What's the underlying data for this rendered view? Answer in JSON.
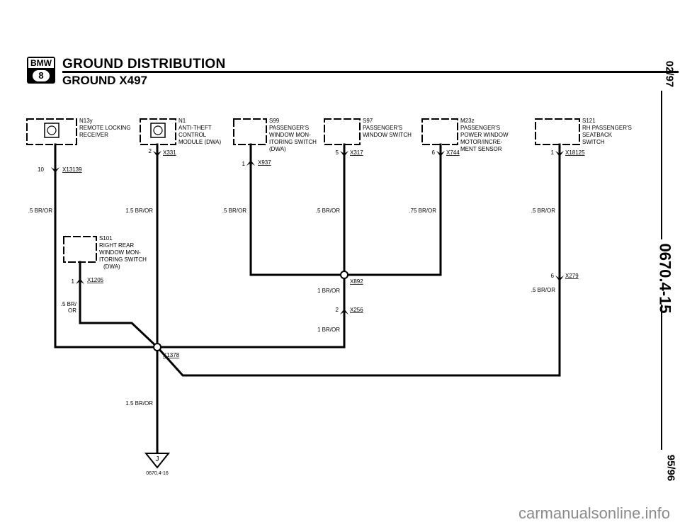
{
  "header": {
    "logo_top": "BMW",
    "logo_bottom": "8",
    "title": "GROUND DISTRIBUTION",
    "subtitle": "GROUND X497"
  },
  "side_labels": {
    "date_top": "02/97",
    "page_code": "0670.4-15",
    "date_bottom": "95/96"
  },
  "components": [
    {
      "id": "N13y",
      "lines": [
        "REMOTE LOCKING",
        "RECEIVER"
      ],
      "pin": "10",
      "connector": "X13139",
      "wire": ".5 BR/OR"
    },
    {
      "id": "N1",
      "lines": [
        "ANTI-THEFT",
        "CONTROL",
        "MODULE (DWA)"
      ],
      "pin": "2",
      "connector": "X331",
      "wire": "1.5 BR/OR"
    },
    {
      "id": "S99",
      "lines": [
        "PASSENGER'S",
        "WINDOW MON-",
        "ITORING SWITCH",
        "(DWA)"
      ],
      "pin": "1",
      "connector": "X937",
      "wire": ".5 BR/OR"
    },
    {
      "id": "S97",
      "lines": [
        "PASSENGER'S",
        "WINDOW SWITCH"
      ],
      "pin": "5",
      "connector": "X317",
      "wire": ".5 BR/OR"
    },
    {
      "id": "M23z",
      "lines": [
        "PASSENGER'S",
        "POWER WINDOW",
        "MOTOR/INCRE-",
        "MENT SENSOR"
      ],
      "pin": "6",
      "connector": "X744",
      "wire": ".75 BR/OR"
    },
    {
      "id": "S121",
      "lines": [
        "RH PASSENGER'S",
        "SEATBACK",
        "SWITCH"
      ],
      "pin": "1",
      "connector": "X18125",
      "wire": ".5 BR/OR"
    },
    {
      "id": "S101",
      "lines": [
        "RIGHT REAR",
        "WINDOW MON-",
        "ITORING SWITCH",
        "(DWA)"
      ],
      "pin": "1",
      "connector": "X1205",
      "wire": ".5 BR/",
      "wire2": "OR"
    }
  ],
  "splices": {
    "x892": "X892",
    "x892_wire": "1 BR/OR",
    "x256_pin": "2",
    "x256": "X256",
    "x256_wire": "1 BR/OR",
    "x279_pin": "6",
    "x279": "X279",
    "x279_wire": ".5 BR/OR",
    "x1378": "X1378",
    "main_wire": "1.5 BR/OR"
  },
  "ground": {
    "symbol": "J",
    "ref": "0670.4-16"
  },
  "watermark": "carmanualsonline.info"
}
